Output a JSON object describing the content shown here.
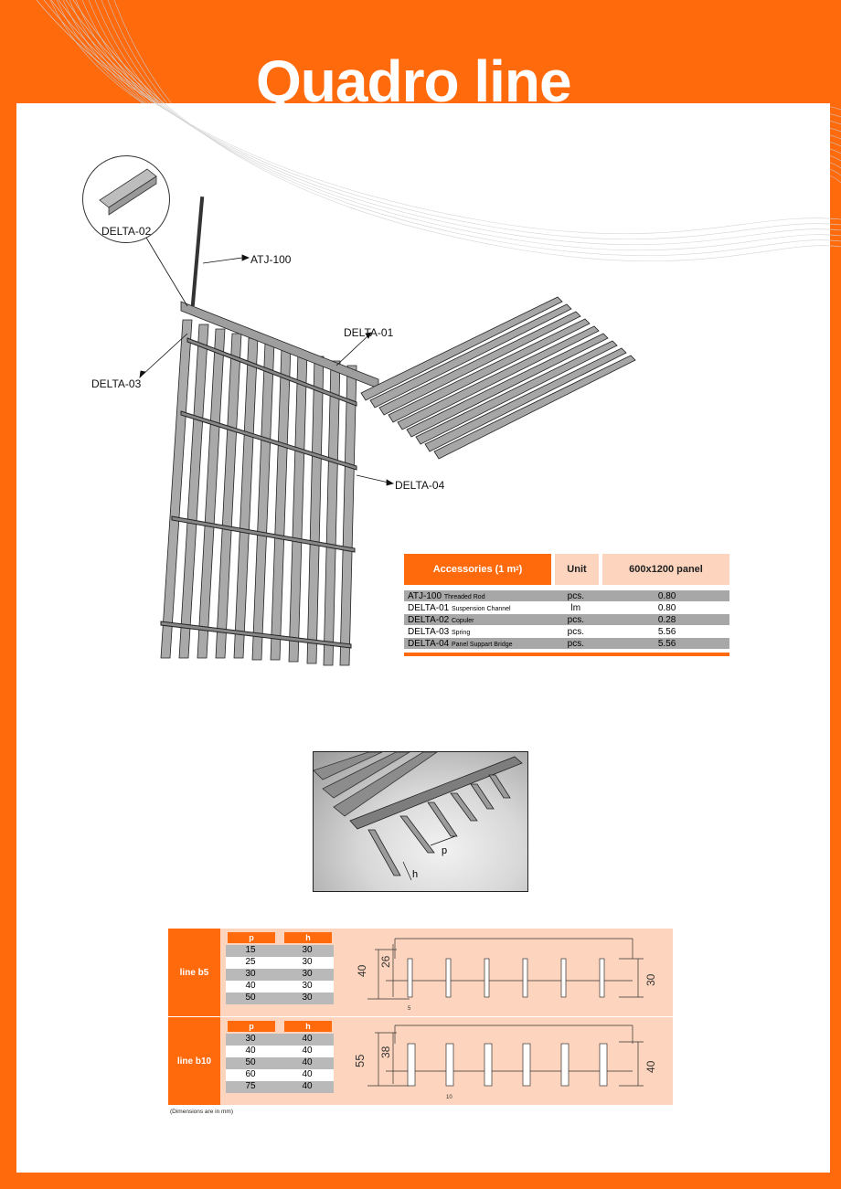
{
  "title": "Quadro line",
  "callouts": {
    "delta02": "DELTA-02",
    "atj100": "ATJ-100",
    "delta01": "DELTA-01",
    "delta03": "DELTA-03",
    "delta04": "DELTA-04"
  },
  "accessories": {
    "header": {
      "col1": "Accessories (1 m",
      "col1_sup": "2",
      "col1_end": ")",
      "col2": "Unit",
      "col3": "600x1200 panel"
    },
    "rows": [
      {
        "code": "ATJ-100",
        "desc": "Threaded Rod",
        "unit": "pcs.",
        "qty": "0.80"
      },
      {
        "code": "DELTA-01",
        "desc": "Suspension Channel",
        "unit": "lm",
        "qty": "0.80"
      },
      {
        "code": "DELTA-02",
        "desc": "Copuler",
        "unit": "pcs.",
        "qty": "0.28"
      },
      {
        "code": "DELTA-03",
        "desc": "Spring",
        "unit": "pcs.",
        "qty": "5.56"
      },
      {
        "code": "DELTA-04",
        "desc": "Panel Suppart Bridge",
        "unit": "pcs.",
        "qty": "5.56"
      }
    ]
  },
  "photo_labels": {
    "p": "p",
    "h": "h"
  },
  "specs": [
    {
      "label": "line b5",
      "col_p": "p",
      "col_h": "h",
      "rows": [
        [
          "15",
          "30"
        ],
        [
          "25",
          "30"
        ],
        [
          "30",
          "30"
        ],
        [
          "40",
          "30"
        ],
        [
          "50",
          "30"
        ]
      ],
      "dims": {
        "outer": "40",
        "inner": "26",
        "blade": "30",
        "width": "5"
      }
    },
    {
      "label": "line b10",
      "col_p": "p",
      "col_h": "h",
      "rows": [
        [
          "30",
          "40"
        ],
        [
          "40",
          "40"
        ],
        [
          "50",
          "40"
        ],
        [
          "60",
          "40"
        ],
        [
          "75",
          "40"
        ]
      ],
      "dims": {
        "outer": "55",
        "inner": "38",
        "blade": "40",
        "width": "10"
      }
    }
  ],
  "footnote": "(Dimensions are in mm)",
  "colors": {
    "accent": "#ff6a0d",
    "peach": "#fdd4bd",
    "grey_row": "#b9b9b9"
  }
}
